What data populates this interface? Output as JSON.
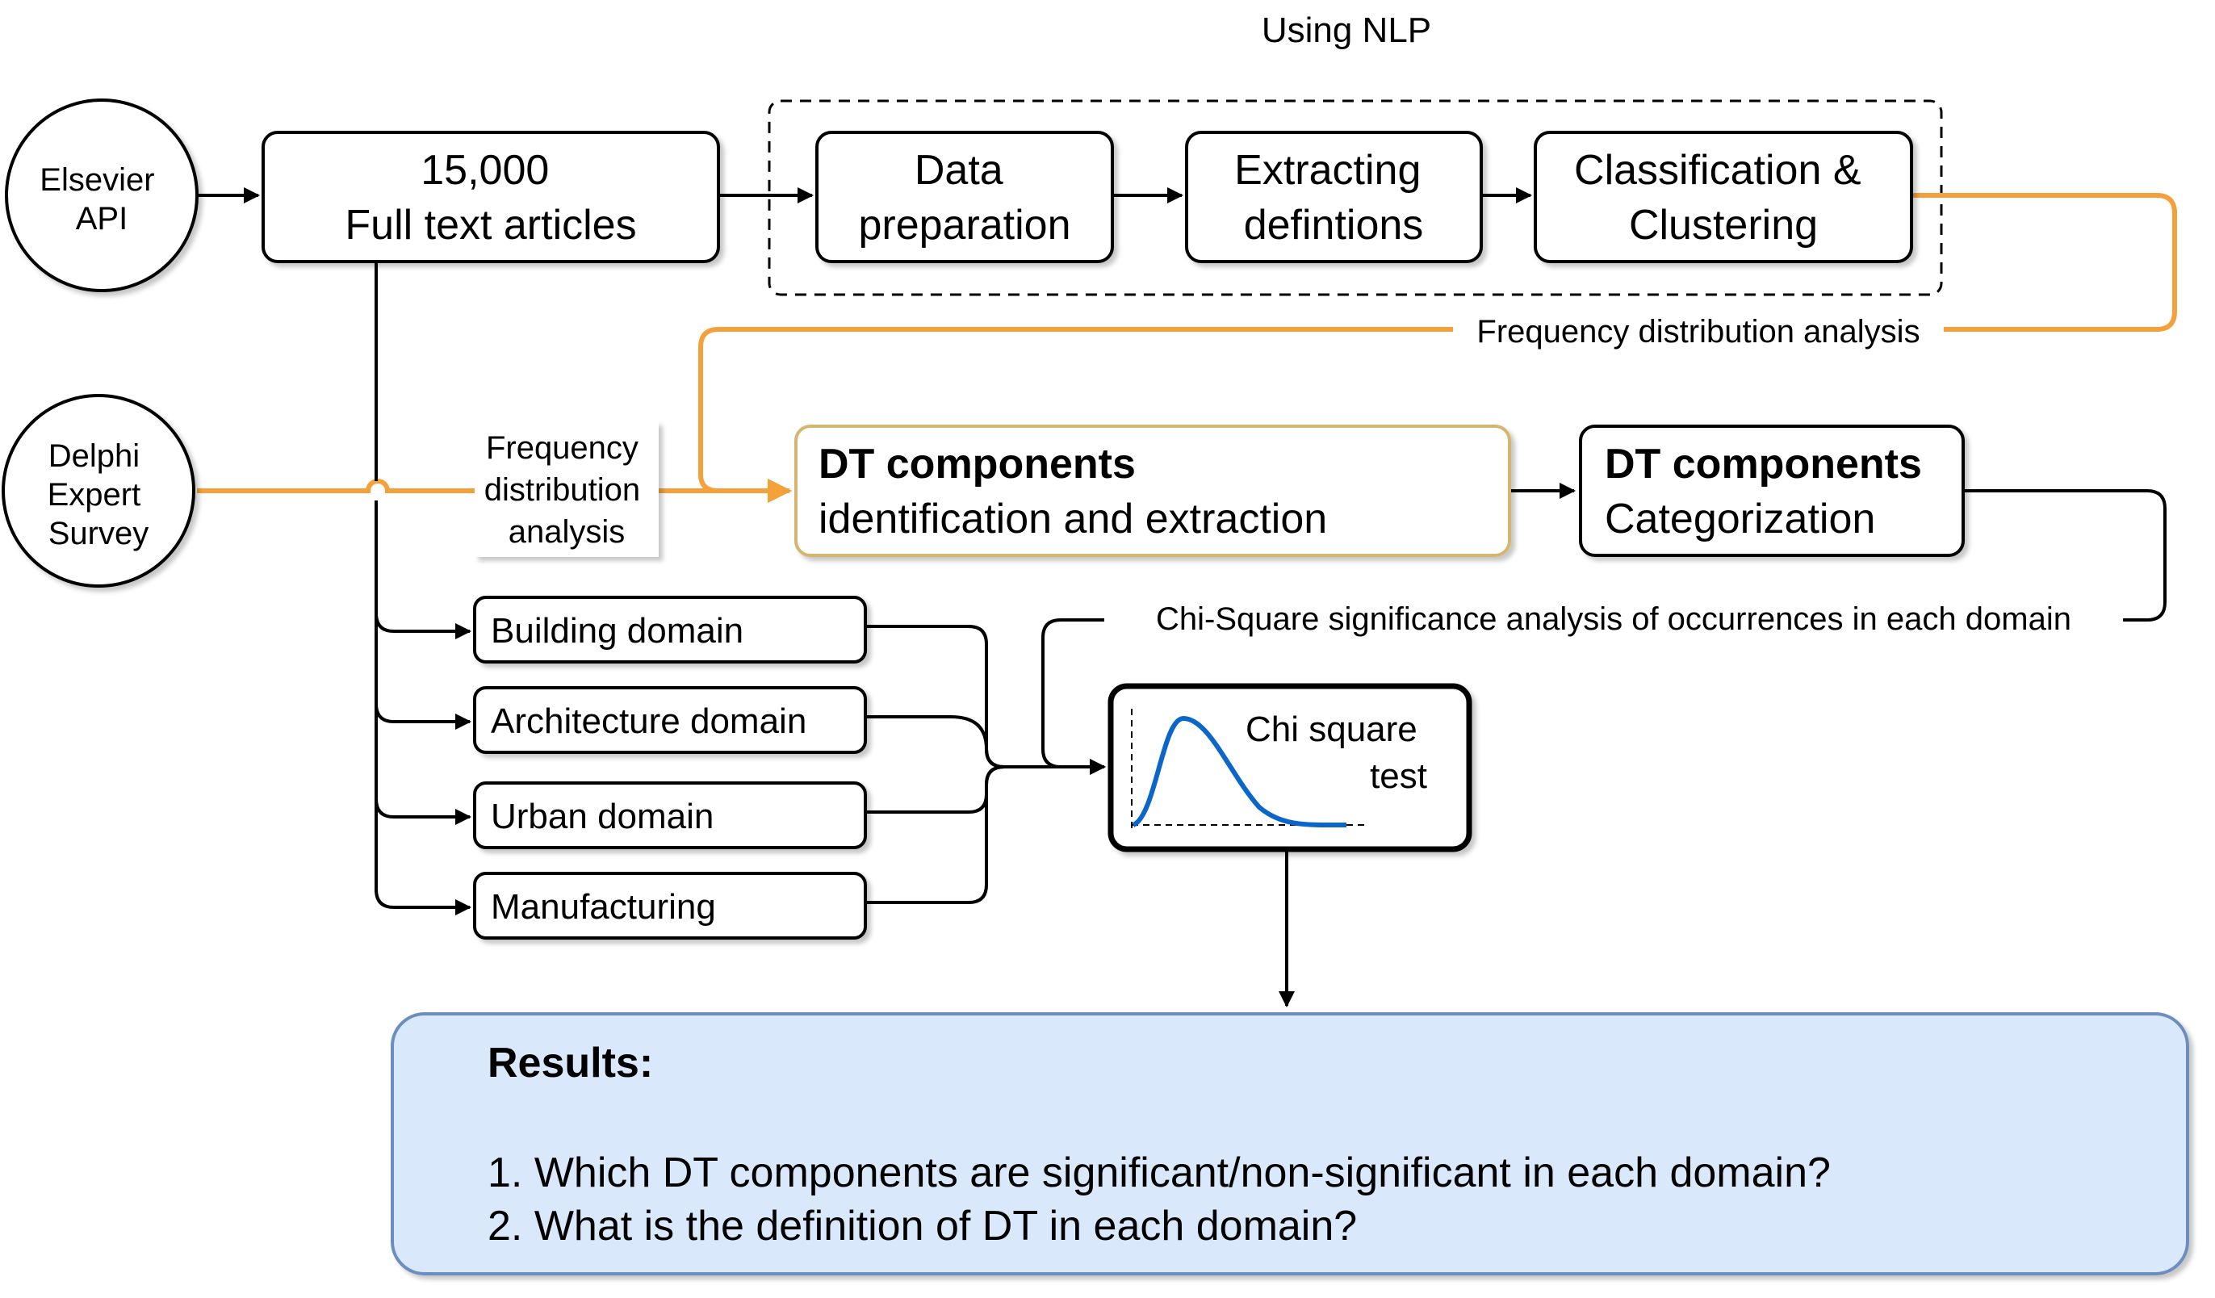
{
  "nlp_group": {
    "title": "Using NLP",
    "steps": [
      {
        "lines": [
          "Data",
          "preparation"
        ]
      },
      {
        "lines": [
          "Extracting",
          "defintions"
        ]
      },
      {
        "lines": [
          "Classification &",
          "Clustering"
        ]
      }
    ]
  },
  "sources": {
    "elsevier": {
      "lines": [
        "Elsevier",
        "API"
      ]
    },
    "delphi": {
      "lines": [
        "Delphi",
        "Expert",
        "Survey"
      ]
    }
  },
  "articles": {
    "lines": [
      "15,000",
      "Full text articles"
    ]
  },
  "edge_labels": {
    "freq_top": "Frequency distribution analysis",
    "freq_left": [
      "Frequency",
      "distribution",
      "analysis"
    ],
    "chi_square": "Chi-Square significance analysis of occurrences in each domain"
  },
  "dt_identification": {
    "title": "DT components",
    "subtitle": "identification and extraction"
  },
  "dt_categorization": {
    "title": "DT components",
    "subtitle": "Categorization"
  },
  "domains": [
    "Building domain",
    "Architecture domain",
    "Urban domain",
    "Manufacturing"
  ],
  "chi_test": {
    "lines": [
      "Chi square",
      "test"
    ]
  },
  "results": {
    "title": "Results:",
    "items": [
      "1. Which DT components are significant/non-significant in each domain?",
      "2. What is the definition of DT in each domain?"
    ]
  },
  "colors": {
    "highlight_fill": "#fde3c6",
    "highlight_stroke": "#d6b570",
    "orange_edge": "#f5a13b",
    "results_fill": "#dae8fc",
    "results_stroke": "#6c8ebf",
    "curve": "#0b66c9"
  }
}
